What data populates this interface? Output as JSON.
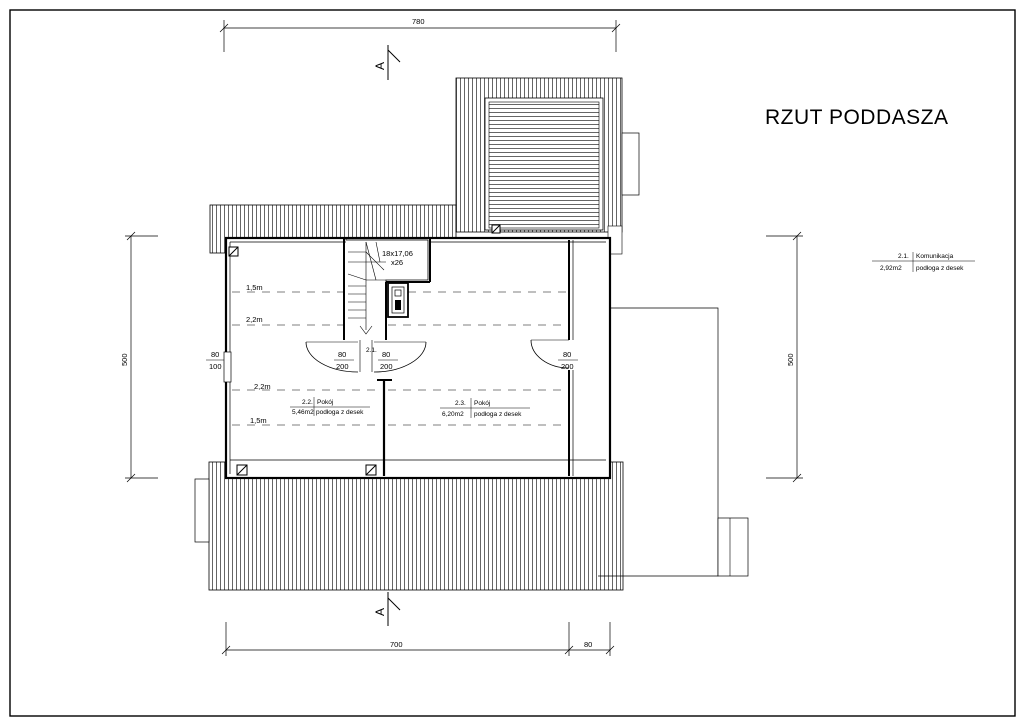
{
  "title": "RZUT PODDASZA",
  "dimensions": {
    "top": "780",
    "bottom_main": "700",
    "bottom_right": "80",
    "left": "500",
    "right": "500"
  },
  "section_marker": "A",
  "stair": {
    "line1": "18x17,06",
    "line2": "x26"
  },
  "ceiling_heights": {
    "top_first": "1,5m",
    "top_second": "2,2m",
    "bottom_first": "2,2m",
    "bottom_second": "1,5m"
  },
  "openings": {
    "left_wall": {
      "width": "80",
      "height": "100"
    },
    "door_left": {
      "width": "80",
      "height": "200"
    },
    "door_center": {
      "width": "80",
      "height": "200"
    },
    "door_right": {
      "width": "80",
      "height": "200"
    }
  },
  "rooms": [
    {
      "number": "2.1.",
      "name": "Komunikacja",
      "area": "2,92m2",
      "floor": "podłoga z desek"
    },
    {
      "number": "2.2.",
      "name": "Pokój",
      "area": "5,46m2",
      "floor": "podłoga z desek"
    },
    {
      "number": "2.3.",
      "name": "Pokój",
      "area": "6,20m2",
      "floor": "podłoga z desek"
    }
  ]
}
